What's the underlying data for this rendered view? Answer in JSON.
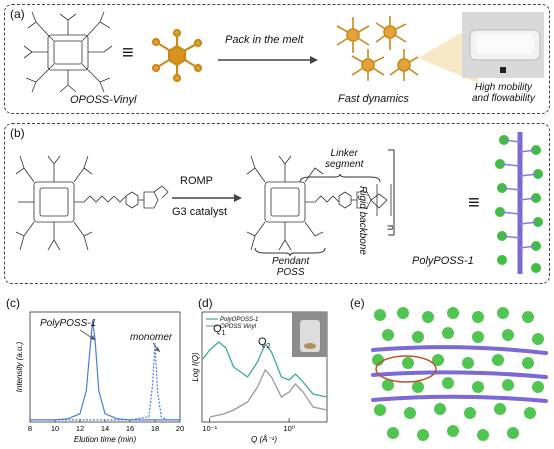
{
  "panel_a": {
    "label": "(a)",
    "molecule_name": "OPOSS-Vinyl",
    "equiv": "≡",
    "process": "Pack in the melt",
    "dynamics": "Fast dynamics",
    "mobility_line1": "High mobility",
    "mobility_line2": "and flowability"
  },
  "panel_b": {
    "label": "(b)",
    "reaction_top": "ROMP",
    "reaction_bottom": "G3 catalyst",
    "linker_line1": "Linker",
    "linker_line2": "segment",
    "pendant_line1": "Pendant",
    "pendant_line2": "POSS",
    "rigid_backbone": "Rigid backbone",
    "polymer_name": "PolyPOSS-1",
    "n_label": "n",
    "equiv": "≡"
  },
  "panel_c": {
    "label": "(c)",
    "curve1_label": "PolyPOSS-1",
    "curve2_label": "monomer",
    "colors": {
      "polymer": "#4a7fd6",
      "monomer": "#4a7fd6"
    }
  },
  "panel_d": {
    "label": "(d)",
    "q1": "Q",
    "q1_sub": "1",
    "q2": "Q",
    "q2_sub": "2",
    "colors": {
      "polymer": "#3aaa9a",
      "monomer": "#9a9a9a"
    }
  },
  "panel_e": {
    "label": "(e)"
  },
  "chart_data": [
    {
      "type": "line",
      "title": "",
      "xlabel": "Elution time (min)",
      "ylabel": "Intensity (a.u.)",
      "xlim": [
        8,
        20
      ],
      "x_ticks": [
        "8",
        "10",
        "12",
        "14",
        "16",
        "18",
        "20"
      ],
      "series": [
        {
          "name": "PolyPOSS-1",
          "style": "solid",
          "x": [
            8,
            10,
            11,
            12,
            12.5,
            12.8,
            13.0,
            13.2,
            13.5,
            14,
            15,
            16,
            17,
            18,
            20
          ],
          "y": [
            0.02,
            0.02,
            0.03,
            0.08,
            0.3,
            0.7,
            0.97,
            0.8,
            0.3,
            0.08,
            0.03,
            0.02,
            0.02,
            0.02,
            0.02
          ]
        },
        {
          "name": "monomer",
          "style": "dashed",
          "x": [
            8,
            14,
            16,
            17.5,
            17.8,
            18.0,
            18.2,
            18.5,
            19,
            20
          ],
          "y": [
            0.02,
            0.02,
            0.02,
            0.05,
            0.35,
            0.76,
            0.3,
            0.05,
            0.02,
            0.02
          ]
        }
      ]
    },
    {
      "type": "line",
      "title": "",
      "xlabel": "Q (Å⁻¹)",
      "ylabel": "Log I(Q)",
      "xscale": "log",
      "xlim": [
        0.08,
        3
      ],
      "x_ticks": [
        "10⁻¹",
        "10⁰"
      ],
      "legend": [
        "PolyOPOSS-1",
        "OPOSS Vinyl"
      ],
      "legend_position": "top-left",
      "series": [
        {
          "name": "PolyOPOSS-1",
          "x": [
            0.08,
            0.1,
            0.13,
            0.16,
            0.2,
            0.3,
            0.4,
            0.5,
            0.6,
            0.8,
            1.0,
            1.2,
            1.5,
            2,
            3
          ],
          "y": [
            0.62,
            0.72,
            0.8,
            0.74,
            0.55,
            0.45,
            0.6,
            0.78,
            0.7,
            0.45,
            0.42,
            0.48,
            0.4,
            0.28,
            0.25
          ]
        },
        {
          "name": "OPOSS Vinyl",
          "x": [
            0.1,
            0.15,
            0.2,
            0.3,
            0.4,
            0.5,
            0.6,
            0.8,
            1.0,
            1.2,
            1.5,
            2,
            3
          ],
          "y": [
            0.05,
            0.08,
            0.12,
            0.2,
            0.35,
            0.52,
            0.45,
            0.25,
            0.3,
            0.38,
            0.3,
            0.15,
            0.12
          ]
        }
      ]
    }
  ]
}
